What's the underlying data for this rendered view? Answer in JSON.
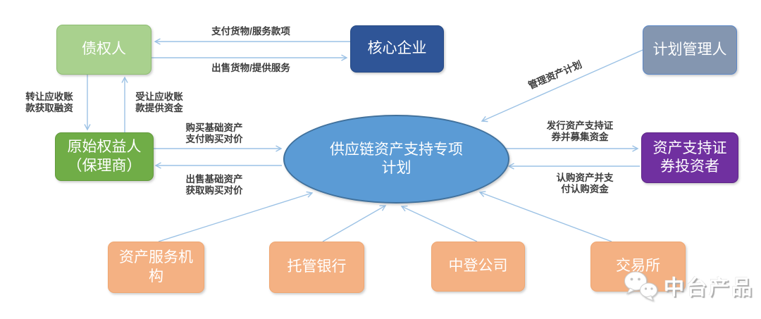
{
  "nodes": {
    "creditor": "债权人",
    "core_enterprise": "核心企业",
    "plan_manager": "计划管理人",
    "original_obligee": "原始权益人\n（保理商）",
    "spv_plan": "供应链资产支持专项\n计划",
    "investors": "资产支持证\n券投资者",
    "asset_servicer": "资产服务机\n构",
    "custodian_bank": "托管银行",
    "csdc": "中登公司",
    "exchange": "交易所"
  },
  "edge_labels": {
    "pay_goods": "支付货物/服务款项",
    "sell_goods": "出售货物/提供服务",
    "transfer_receivables": "转让应收账\n款获取融资",
    "accept_receivables": "受让应收账\n款提供资金",
    "buy_assets": "购买基础资产\n支付购买对价",
    "sell_assets": "出售基础资产\n获取购买对价",
    "manage_plan": "管理资产计划",
    "issue_securities": "发行资产支持证\n券并募集资金",
    "subscribe_securities": "认购资产并支\n付认购资金"
  },
  "watermark": {
    "label": "中台产品",
    "icon": "wechat-icon"
  },
  "colors": {
    "creditor_fill": "#A9D18E",
    "core_enterprise_fill": "#2F5597",
    "plan_manager_fill": "#8496B0",
    "plan_manager_border": "#5B87C7",
    "original_obligee_fill": "#70AD47",
    "spv_fill": "#5B9BD5",
    "spv_border": "#41719C",
    "investors_fill": "#7030A0",
    "bottom_nodes_fill": "#F4B183",
    "connector": "#9CC2E5",
    "label_text": "#3D3D3D"
  }
}
